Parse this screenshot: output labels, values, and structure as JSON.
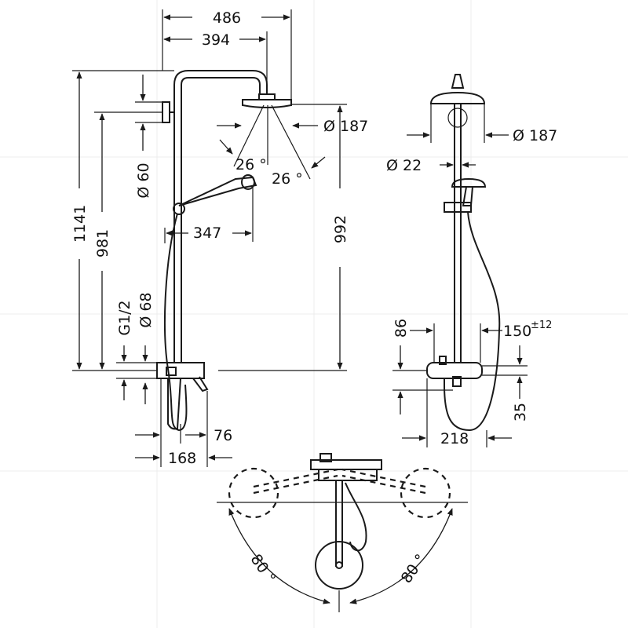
{
  "front_view": {
    "width_total": "486",
    "width_head": "394",
    "head_diameter": "Ø 187",
    "spray_angle_left": "26 °",
    "spray_angle_right": "26 °",
    "handshower_reach": "347",
    "height_total": "1141",
    "height_mixer": "981",
    "head_height": "992",
    "arm_offset": "Ø 60",
    "inlet_size": "Ø 68",
    "thread": "G1/2",
    "mixer_depth": "76",
    "mixer_width": "168"
  },
  "side_view": {
    "head_diameter": "Ø 187",
    "pipe_diameter": "Ø 22",
    "mixer_height": "86",
    "centres": "150",
    "centres_tolerance": "±12",
    "width": "218",
    "height_below": "35"
  },
  "top_view": {
    "rotation_left": "80 °",
    "rotation_right": "80 °"
  }
}
